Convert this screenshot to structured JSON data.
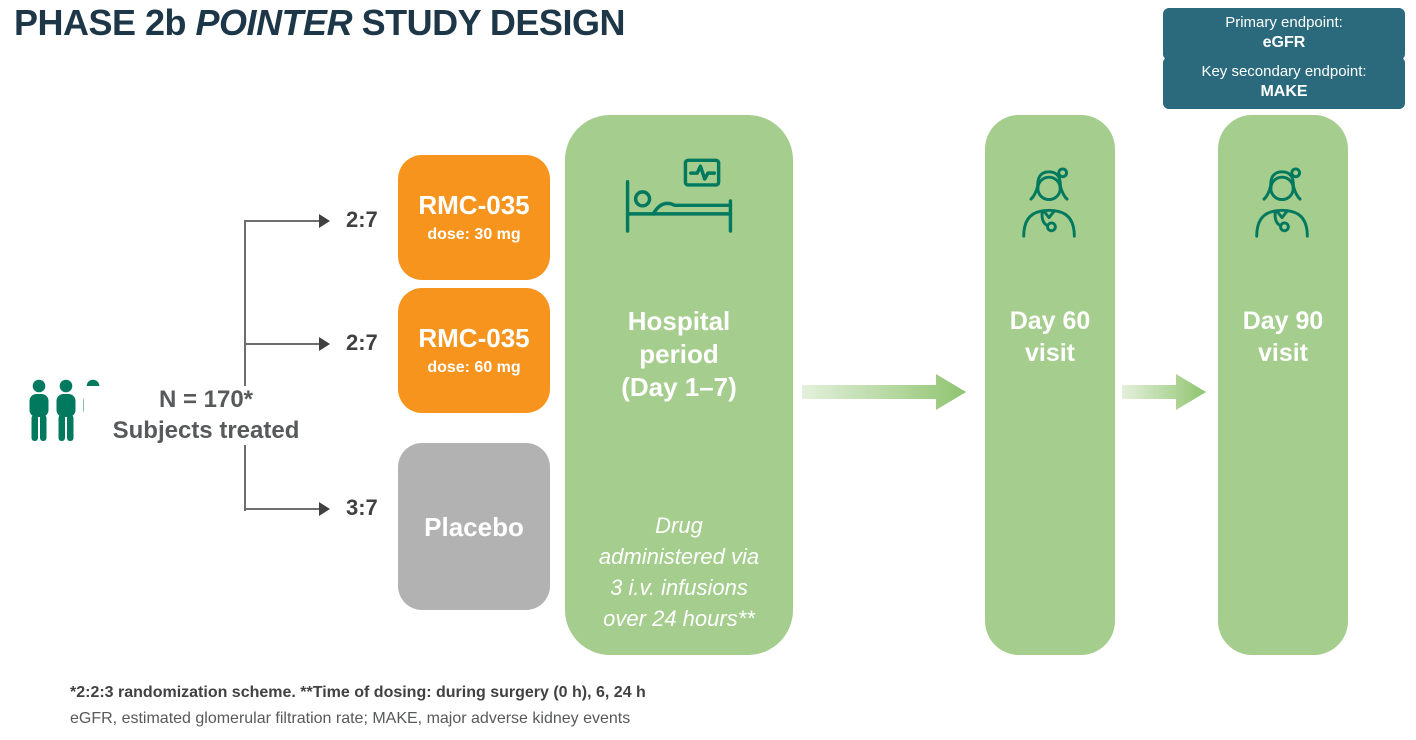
{
  "colors": {
    "navy": "#1E3748",
    "teal": "#2A6A7C",
    "orange": "#F7941E",
    "green": "#A5CD8D",
    "gray_box": "#B2B2B2",
    "icon_green": "#00795F",
    "line_gray": "#6D6E71",
    "text_gray": "#58595B",
    "dark_text": "#414042",
    "arrow_light": "#E4F0DC",
    "arrow_dark": "#8FC46F"
  },
  "header": {
    "title_prefix": "PHASE 2b ",
    "title_italic": "POINTER",
    "title_suffix": " STUDY DESIGN"
  },
  "endpoint_badges": [
    {
      "label": "Primary endpoint:",
      "value": "eGFR"
    },
    {
      "label": "Key secondary endpoint:",
      "value": "MAKE"
    }
  ],
  "population": {
    "n_label": "N = 170*",
    "subtitle": "Subjects treated"
  },
  "arms": [
    {
      "ratio": "2:7",
      "name": "RMC-035",
      "dose": "dose: 30 mg"
    },
    {
      "ratio": "2:7",
      "name": "RMC-035",
      "dose": "dose: 60 mg"
    },
    {
      "ratio": "3:7",
      "name": "Placebo",
      "dose": ""
    }
  ],
  "hospital_box": {
    "title": "Hospital\nperiod\n(Day 1–7)",
    "note": "Drug\nadministered via\n3 i.v. infusions\nover 24 hours**"
  },
  "visit_boxes": [
    {
      "title": "Day 60\nvisit"
    },
    {
      "title": "Day 90\nvisit"
    }
  ],
  "footnotes": {
    "line1": "*2:2:3 randomization scheme. **Time of dosing: during surgery (0 h), 6, 24 h",
    "line2": "eGFR, estimated glomerular filtration rate; MAKE, major adverse kidney events"
  }
}
